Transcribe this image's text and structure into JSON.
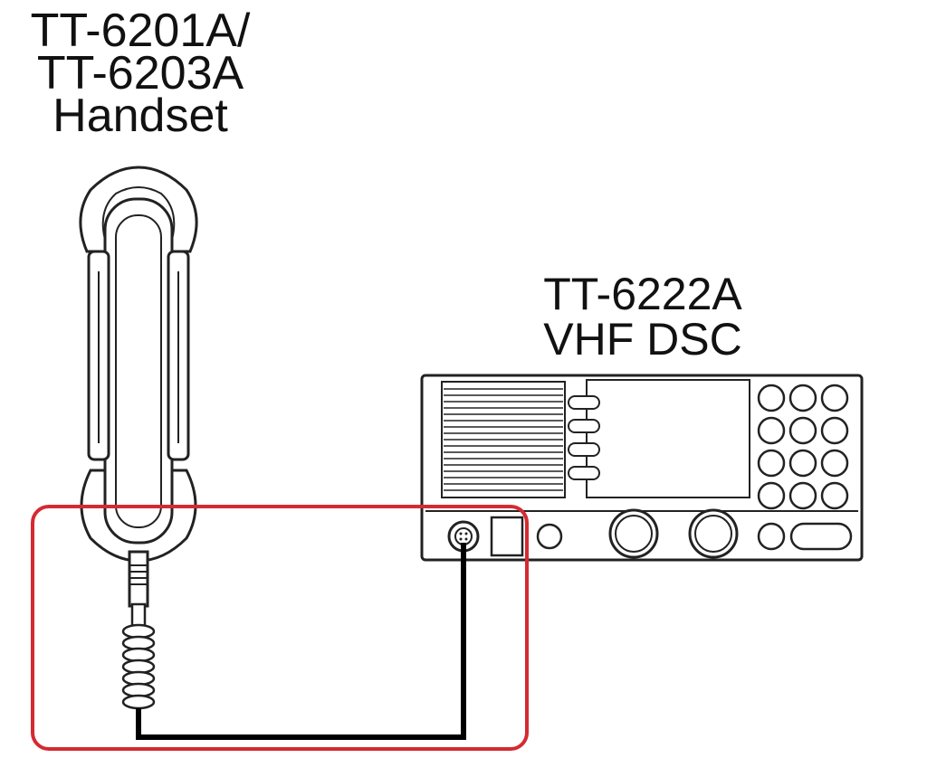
{
  "handset": {
    "label_line1": "TT-6201A/",
    "label_line2": "TT-6203A",
    "label_line3": "Handset"
  },
  "radio": {
    "label_line1": "TT-6222A",
    "label_line2": "VHF DSC"
  },
  "colors": {
    "line_art": "#222222",
    "cable": "#000000",
    "highlight": "#d42a32",
    "background": "#ffffff"
  }
}
